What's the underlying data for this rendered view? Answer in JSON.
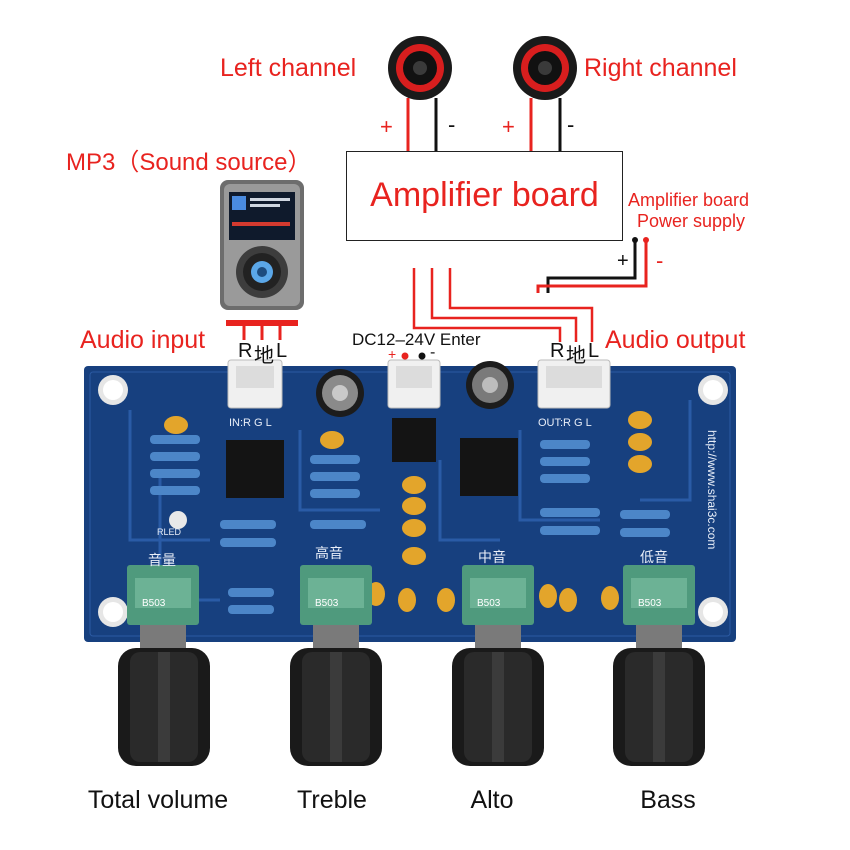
{
  "labels": {
    "left_channel": "Left channel",
    "right_channel": "Right channel",
    "sound_source": "MP3（Sound source）",
    "amplifier_board": "Amplifier board",
    "amp_power_line1": "Amplifier board",
    "amp_power_line2": "Power supply",
    "audio_input": "Audio input",
    "audio_output": "Audio output",
    "dc_enter": "DC12–24V Enter",
    "plus": "+",
    "minus": "-",
    "r": "R",
    "ground": "地",
    "l": "L"
  },
  "knobs": [
    {
      "label": "Total volume"
    },
    {
      "label": "Treble"
    },
    {
      "label": "Alto"
    },
    {
      "label": "Bass"
    }
  ],
  "board": {
    "in_header": "IN:R  G  L",
    "out_header": "OUT:R  G  L",
    "url": "http://www.shai3c.com",
    "chinese_volume": "音量",
    "chinese_treble": "高音",
    "chinese_mid": "中音",
    "chinese_bass": "低音",
    "pot_code": "B503",
    "led_label": "RLED"
  },
  "colors": {
    "label_red": "#e8231f",
    "pcb_blue": "#17407f",
    "knob_black": "#1a1a1a",
    "pot_green": "#4f9a7d"
  }
}
